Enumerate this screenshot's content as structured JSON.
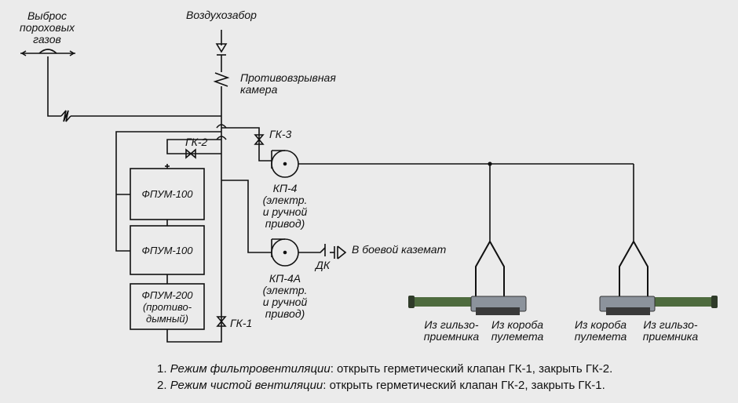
{
  "labels": {
    "exhaust": "Выброс\nпороховых\nгазов",
    "intake": "Воздухозабор",
    "blast_chamber": "Противовзрывная\nкамера",
    "gk3": "ГК-3",
    "gk2": "ГК-2",
    "gk1": "ГК-1",
    "kp4": "КП-4\n(электр.\nи ручной\nпривод)",
    "kp4a": "КП-4А\n(электр.\nи ручной\nпривод)",
    "dk": "ДК",
    "to_casemate": "В боевой каземат",
    "left_gun_a": "Из гильзо-\nприемника",
    "left_gun_b": "Из короба\nпулемета",
    "right_gun_a": "Из короба\nпулемета",
    "right_gun_b": "Из гильзо-\nприемника"
  },
  "boxes": {
    "fpum1": "ФПУМ-100",
    "fpum2": "ФПУМ-100",
    "fpum3": "ФПУМ-200\n(противо-\nдымный)"
  },
  "notes": [
    {
      "num": "1.",
      "mode": "Режим фильтровентиляции",
      "text": ": открыть герметический клапан ГК-1, закрыть ГК-2."
    },
    {
      "num": "2.",
      "mode": "Режим чистой вентиляции",
      "text": ": открыть герметический клапан ГК-2, закрыть ГК-1."
    }
  ],
  "colors": {
    "line": "#111111",
    "gun_body": "#4e6b3e",
    "gun_dark": "#2f2f2f",
    "gun_metal": "#9aa2ad"
  }
}
